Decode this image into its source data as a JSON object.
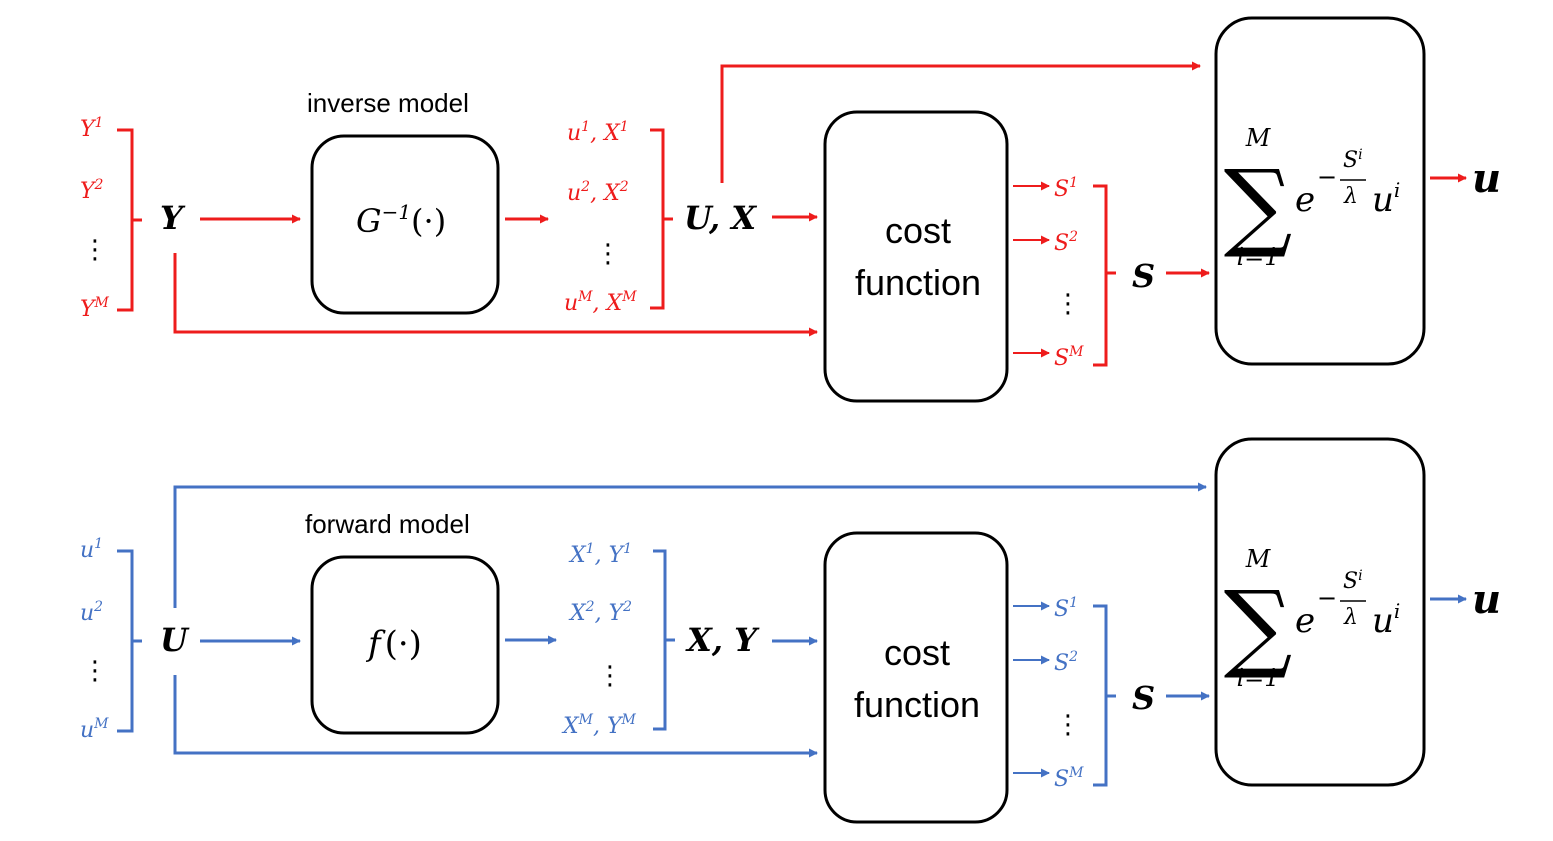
{
  "colors": {
    "top": "#ee1c1c",
    "bottom": "#4472c4",
    "box": "#000000"
  },
  "top": {
    "inputs": [
      {
        "base": "Y",
        "sup": "1"
      },
      {
        "base": "Y",
        "sup": "2"
      },
      {
        "base": "⋮",
        "sup": ""
      },
      {
        "base": "Y",
        "sup": "M"
      }
    ],
    "input_group": "Y",
    "model_caption": "inverse model",
    "model_fn": {
      "base": "G",
      "sup": "−1",
      "arg": "(·)"
    },
    "outputs": [
      {
        "a": "u",
        "a_sup": "1",
        "b": "X",
        "b_sup": "1"
      },
      {
        "a": "u",
        "a_sup": "2",
        "b": "X",
        "b_sup": "2"
      },
      {
        "a": "⋮"
      },
      {
        "a": "u",
        "a_sup": "M",
        "b": "X",
        "b_sup": "M"
      }
    ],
    "output_group": "U, X",
    "cost_line1": "cost",
    "cost_line2": "function",
    "costs": [
      {
        "base": "S",
        "sup": "1"
      },
      {
        "base": "S",
        "sup": "2"
      },
      {
        "base": "⋮",
        "sup": ""
      },
      {
        "base": "S",
        "sup": "M"
      }
    ],
    "cost_group": "S",
    "result": "u"
  },
  "bottom": {
    "inputs": [
      {
        "base": "u",
        "sup": "1"
      },
      {
        "base": "u",
        "sup": "2"
      },
      {
        "base": "⋮",
        "sup": ""
      },
      {
        "base": "u",
        "sup": "M"
      }
    ],
    "input_group": "U",
    "model_caption": "forward model",
    "model_fn": {
      "base": "f",
      "sup": "",
      "arg": "(·)"
    },
    "outputs": [
      {
        "a": "X",
        "a_sup": "1",
        "b": "Y",
        "b_sup": "1"
      },
      {
        "a": "X",
        "a_sup": "2",
        "b": "Y",
        "b_sup": "2"
      },
      {
        "a": "⋮"
      },
      {
        "a": "X",
        "a_sup": "M",
        "b": "Y",
        "b_sup": "M"
      }
    ],
    "output_group": "X, Y",
    "cost_line1": "cost",
    "cost_line2": "function",
    "costs": [
      {
        "base": "S",
        "sup": "1"
      },
      {
        "base": "S",
        "sup": "2"
      },
      {
        "base": "⋮",
        "sup": ""
      },
      {
        "base": "S",
        "sup": "M"
      }
    ],
    "cost_group": "S",
    "result": "u"
  },
  "formula": {
    "sum": "∑",
    "upper": "M",
    "lower": "i=1",
    "exp_base": "e",
    "exp_minus": "−",
    "frac_num": "S",
    "frac_num_sup": "i",
    "frac_den": "λ",
    "term": "u",
    "term_sup": "i"
  }
}
